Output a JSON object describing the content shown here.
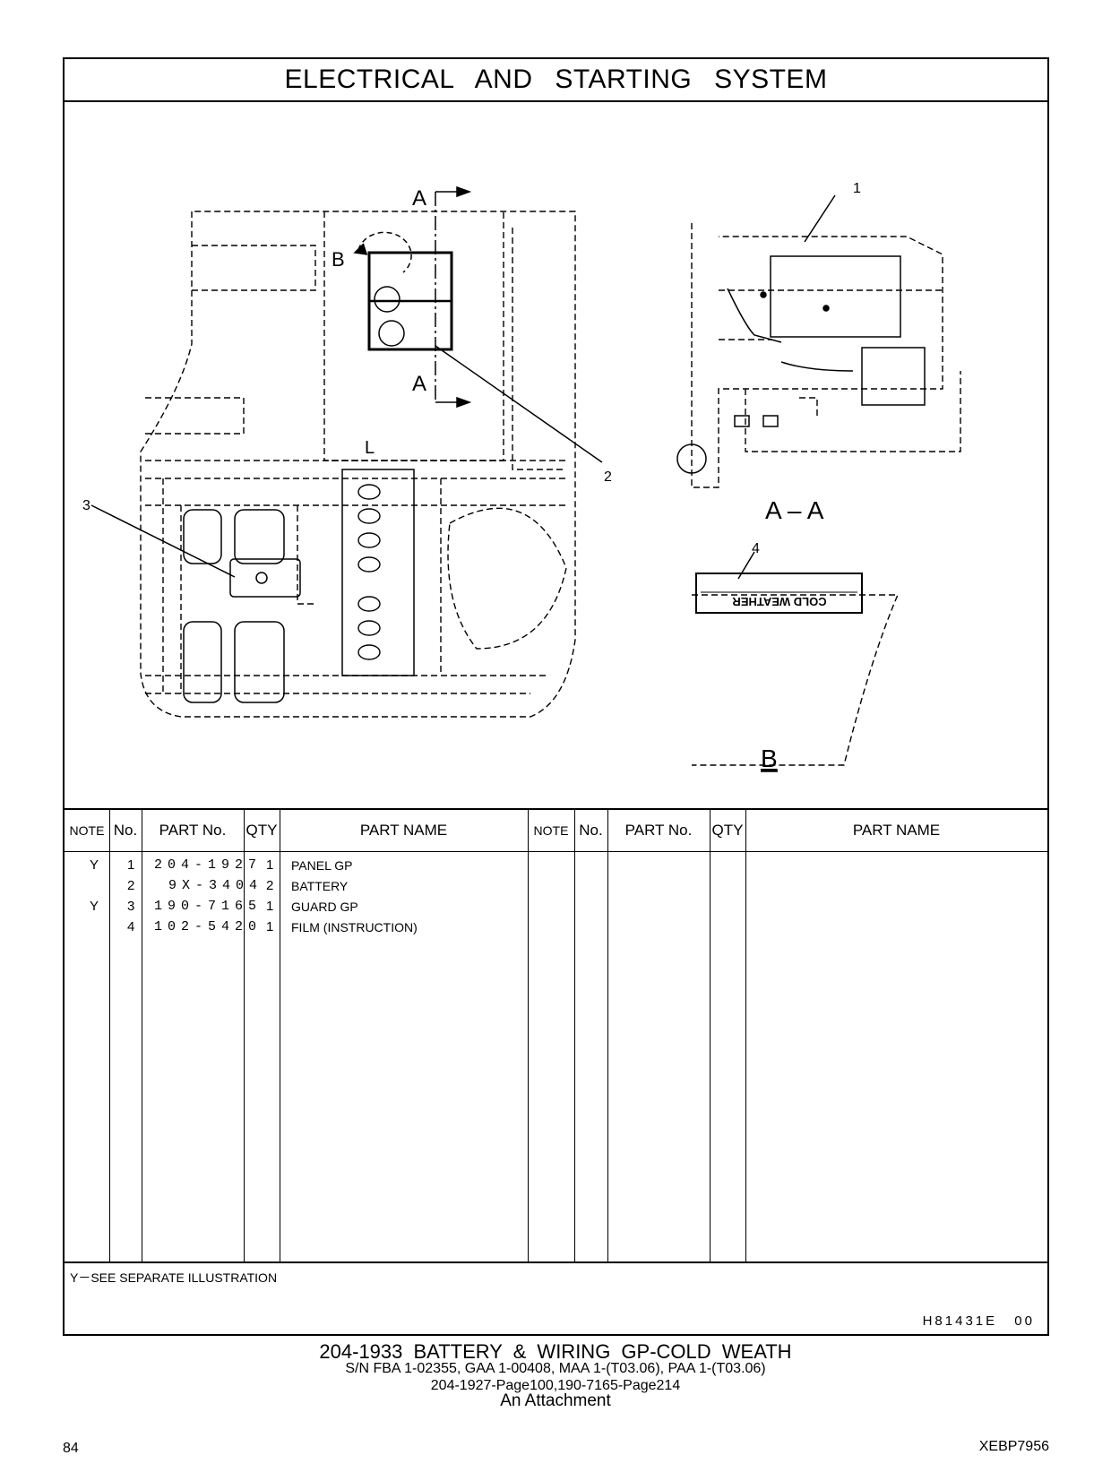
{
  "header": {
    "title": "ELECTRICAL AND STARTING SYSTEM"
  },
  "drawing": {
    "callouts": [
      "1",
      "2",
      "3",
      "4"
    ],
    "section_a_top": "A",
    "section_a_bottom": "A",
    "view_b_marker": "B",
    "view_l_marker": "L",
    "section_label": "A – A",
    "view_label": "B",
    "decal_text": "COLD WEATHER"
  },
  "table": {
    "headers": {
      "note": "NOTE",
      "no": "No.",
      "part_no": "PART No.",
      "qty": "QTY",
      "part_name": "PART NAME"
    },
    "rows": [
      {
        "note": "Y",
        "no": "1",
        "part_no": "204-1927",
        "qty": "1",
        "part_name": "PANEL GP"
      },
      {
        "note": "",
        "no": "2",
        "part_no": "9X-3404",
        "qty": "2",
        "part_name": "BATTERY"
      },
      {
        "note": "Y",
        "no": "3",
        "part_no": "190-7165",
        "qty": "1",
        "part_name": "GUARD GP"
      },
      {
        "note": "",
        "no": "4",
        "part_no": "102-5420",
        "qty": "1",
        "part_name": "FILM (INSTRUCTION)"
      }
    ]
  },
  "footer_note": "Y－SEE SEPARATE ILLUSTRATION",
  "drawing_code": "H81431E 00",
  "caption": {
    "line1": "204-1933 BATTERY & WIRING GP-COLD WEATH",
    "line2": "S/N FBA 1-02355, GAA 1-00408, MAA 1-(T03.06), PAA 1-(T03.06)",
    "line3": "204-1927-Page100,190-7165-Page214",
    "line4": "An Attachment"
  },
  "page_number": "84",
  "document_id": "XEBP7956"
}
